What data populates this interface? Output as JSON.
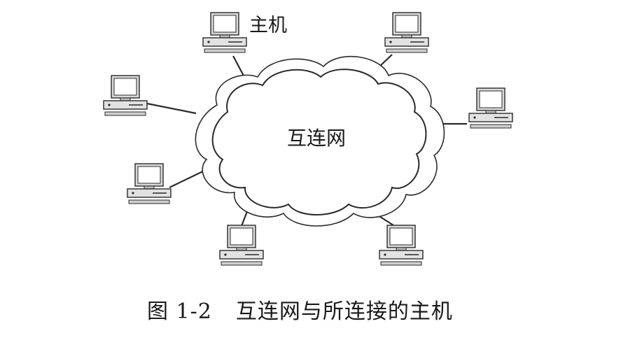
{
  "labels": {
    "host": "主机",
    "cloud": "互连网"
  },
  "caption": {
    "number": "图 1-2",
    "text": "互连网与所连接的主机"
  },
  "colors": {
    "line": "#2a2a2a",
    "monitor_screen": "#ffffff",
    "device_shade": "#d9d9d9"
  },
  "icons": [
    "computer-icon"
  ]
}
